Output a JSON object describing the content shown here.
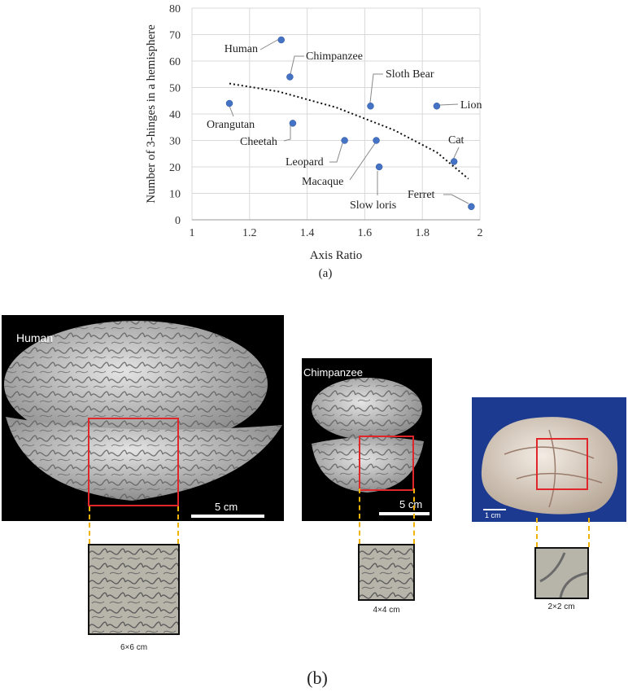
{
  "chart_data": {
    "type": "scatter",
    "xlabel": "Axis Ratio",
    "ylabel": "Number of 3-hinges in a hemisphere",
    "xlim": [
      1,
      2
    ],
    "ylim": [
      0,
      80
    ],
    "x_ticks": [
      "1",
      "1.2",
      "1.4",
      "1.6",
      "1.8",
      "2"
    ],
    "y_ticks": [
      "0",
      "10",
      "20",
      "30",
      "40",
      "50",
      "60",
      "70",
      "80"
    ],
    "grid": true,
    "point_color": "#4472c4",
    "points": [
      {
        "label": "Human",
        "x": 1.31,
        "y": 68
      },
      {
        "label": "Chimpanzee",
        "x": 1.34,
        "y": 54
      },
      {
        "label": "Orangutan",
        "x": 1.13,
        "y": 44
      },
      {
        "label": "Cheetah",
        "x": 1.35,
        "y": 36.5
      },
      {
        "label": "Leopard",
        "x": 1.53,
        "y": 30
      },
      {
        "label": "Macaque",
        "x": 1.64,
        "y": 30
      },
      {
        "label": "Slow loris",
        "x": 1.65,
        "y": 20
      },
      {
        "label": "Sloth Bear",
        "x": 1.62,
        "y": 43
      },
      {
        "label": "Lion",
        "x": 1.85,
        "y": 43
      },
      {
        "label": "Cat",
        "x": 1.91,
        "y": 22
      },
      {
        "label": "Ferret",
        "x": 1.97,
        "y": 5
      }
    ],
    "trendline": {
      "style": "dotted",
      "x": [
        1.13,
        1.3,
        1.5,
        1.7,
        1.85,
        1.96
      ],
      "y": [
        51.5,
        48.5,
        42.5,
        34,
        25.5,
        15.5
      ]
    }
  },
  "captions": {
    "a": "(a)",
    "b": "(b)"
  },
  "panels": {
    "human": {
      "label": "Human",
      "scale": "5 cm",
      "tile_caption": "6×6 cm"
    },
    "chimp": {
      "label": "Chimpanzee",
      "scale": "5 cm",
      "tile_caption": "4×4 cm"
    },
    "cat": {
      "scale": "1 cm",
      "tile_caption": "2×2 cm"
    }
  },
  "colors": {
    "roi": "#e0262b",
    "connector": "#f0b400",
    "cat_background": "#1c3a8f"
  }
}
